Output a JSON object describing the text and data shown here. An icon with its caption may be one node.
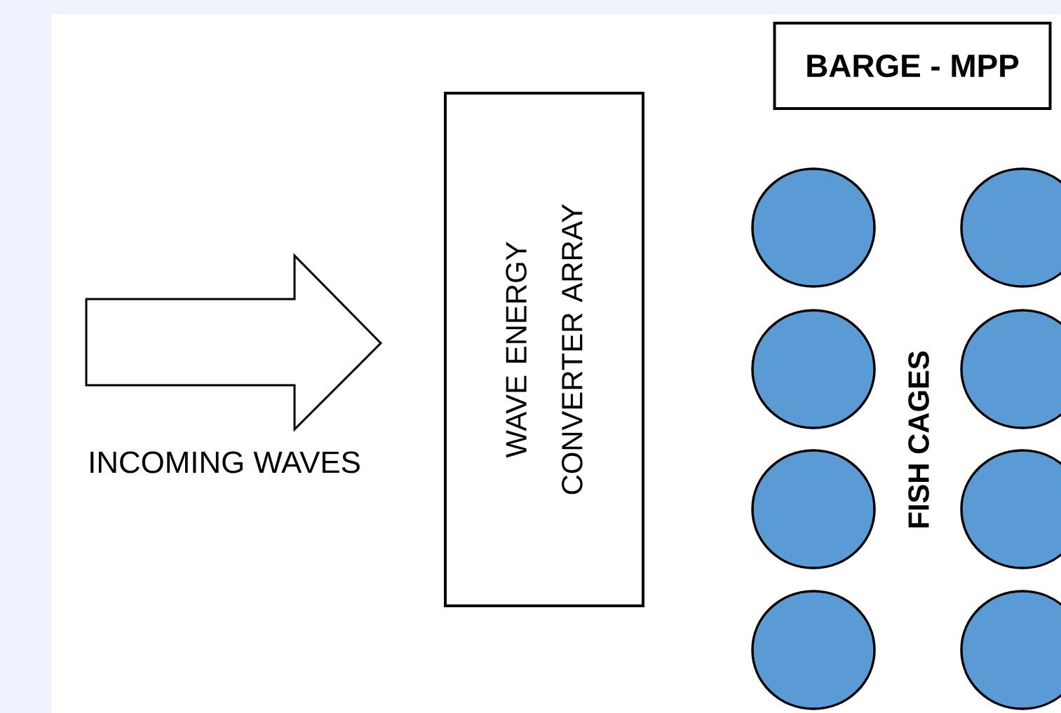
{
  "diagram": {
    "nodes": [
      {
        "text": [
          "WAVE ENERGY CONVERTER ARRAY"
        ]
      },
      {
        "text": [
          "BARGE - MPP"
        ]
      },
      {
        "text": [],
        "shape": "circle"
      },
      {
        "text": [],
        "shape": "circle"
      },
      {
        "text": [],
        "shape": "circle"
      },
      {
        "text": [],
        "shape": "circle"
      },
      {
        "text": [],
        "shape": "circle"
      },
      {
        "text": [],
        "shape": "circle"
      },
      {
        "text": [],
        "shape": "circle"
      },
      {
        "text": [],
        "shape": "circle"
      }
    ],
    "labels": [
      "INCOMING WAVES",
      "FISH CAGES"
    ]
  }
}
